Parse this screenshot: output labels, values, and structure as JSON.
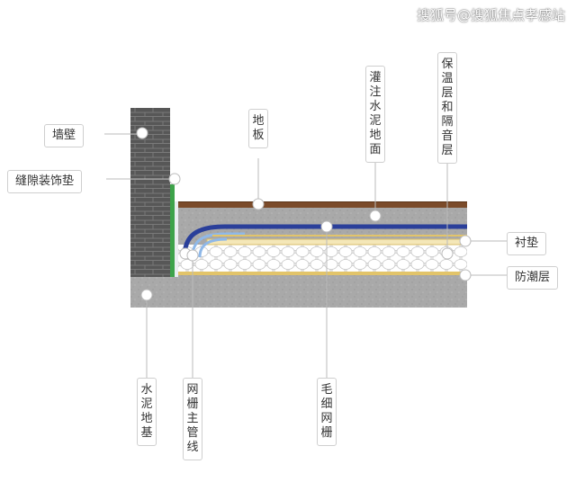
{
  "watermark": "搜狐号@搜狐焦点孝感站",
  "labels": {
    "wall": "墙壁",
    "gap_pad": "缝隙装饰垫",
    "floor_board": "地板",
    "poured_cement": "灌注水泥地面",
    "insulation": "保温层和隔音层",
    "underlay": "衬垫",
    "moisture_barrier": "防潮层",
    "cement_base": "水泥地基",
    "main_pipe": "网栅主管线",
    "capillary_grid": "毛细网栅"
  },
  "colors": {
    "wall": "#5b5b5b",
    "floor_board": "#7a4a2b",
    "cement": "#a8a8a8",
    "pipe": "#2a3f9a",
    "insulation": "#eeeeee",
    "gap_pad": "#3da34a",
    "moisture_line": "#e2c46a",
    "leader": "#bbbbbb"
  }
}
